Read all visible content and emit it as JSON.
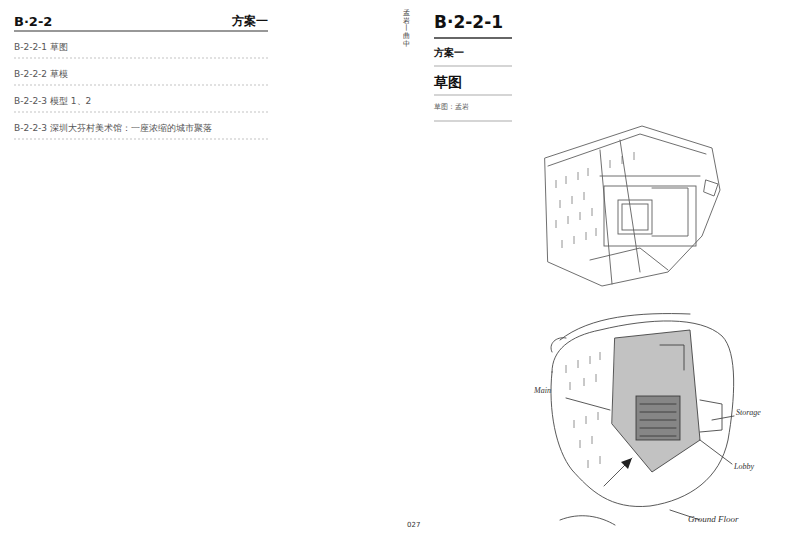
{
  "diagram": {
    "labels": [
      "B·2-2",
      "方案一",
      "B-2-2-1 草图",
      "B-2-2-2 草模",
      "B-2-2-3 模型 1、2",
      "B-2-2-3 深圳大芬村美术馆：一座浓缩的城市聚落",
      "孟岩丨曲中",
      "B·2-2-1",
      "方案一",
      "草图",
      "草图：孟岩",
      "027",
      "Main",
      "Storage",
      "Lobby",
      "Ground Floor"
    ]
  }
}
